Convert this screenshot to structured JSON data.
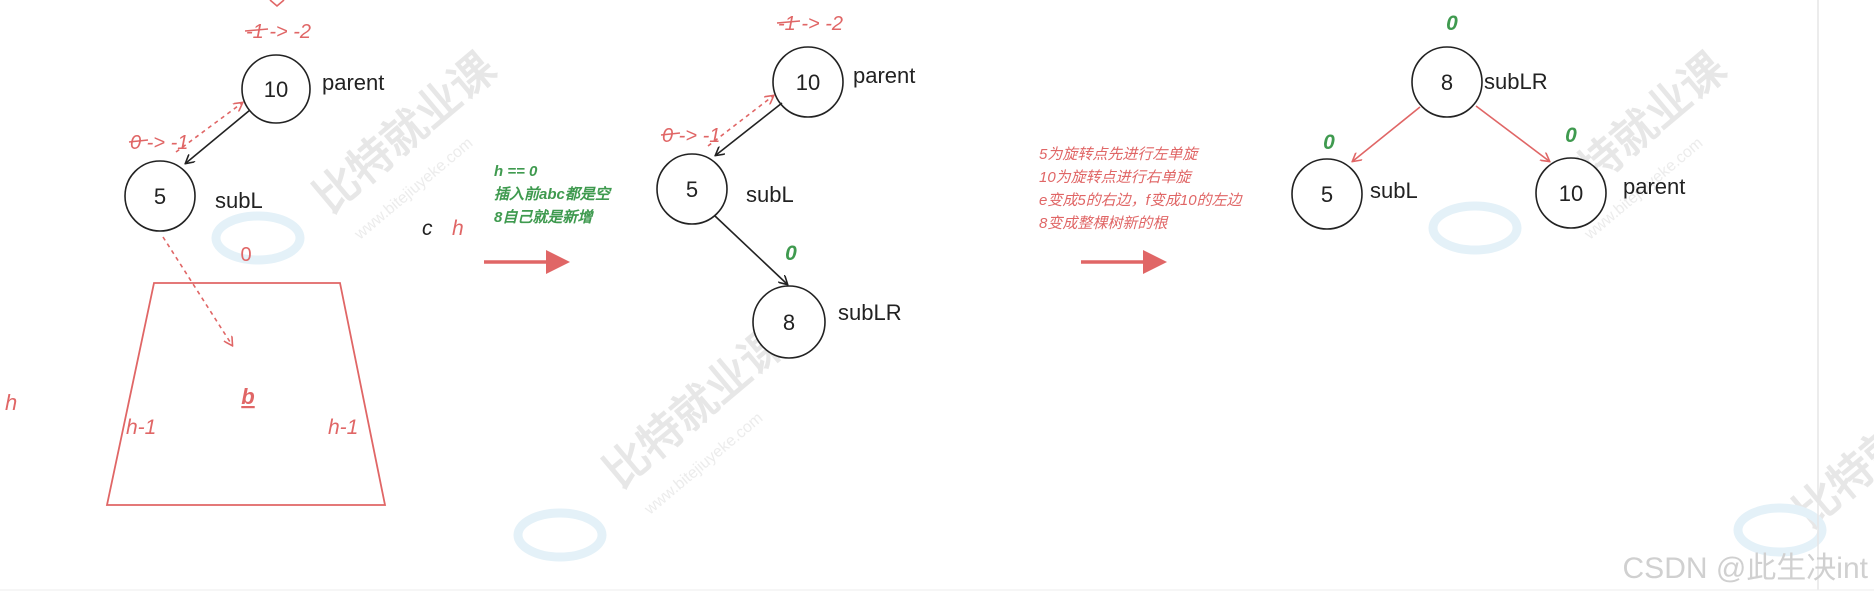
{
  "step1": {
    "node_parent": {
      "value": "10",
      "label": "parent",
      "bf": "-1 -> -2"
    },
    "node_subL": {
      "value": "5",
      "label": "subL",
      "bf": "0 -> -1"
    },
    "subtree": {
      "bf": "0",
      "center": "b",
      "left_h": "h-1",
      "right_h": "h-1"
    },
    "side_h": "h",
    "mid_c": "c",
    "mid_h": "h"
  },
  "note1": {
    "lines": [
      "h == 0",
      "插入前abc都是空",
      "8自己就是新增"
    ]
  },
  "step2": {
    "node_parent": {
      "value": "10",
      "label": "parent",
      "bf": "-1 -> -2"
    },
    "node_subL": {
      "value": "5",
      "label": "subL",
      "bf": "0 -> -1"
    },
    "node_subLR": {
      "value": "8",
      "label": "subLR",
      "bf": "0"
    }
  },
  "note2": {
    "lines": [
      "5为旋转点先进行左单旋",
      "10为旋转点进行右单旋",
      "e变成5的右边，f变成10的左边",
      "8变成整棵树新的根"
    ]
  },
  "step3": {
    "node_subLR": {
      "value": "8",
      "label": "subLR",
      "bf": "0"
    },
    "node_subL": {
      "value": "5",
      "label": "subL",
      "bf": "0"
    },
    "node_parent": {
      "value": "10",
      "label": "parent",
      "bf": "0"
    }
  },
  "watermark": {
    "main": "比特就业课",
    "url": "www.bitejiuyeke.com"
  },
  "footer": {
    "credit": "CSDN @此生决int"
  },
  "colors": {
    "red": "#e06666",
    "green": "#3f9a4f",
    "dark": "#222222"
  }
}
